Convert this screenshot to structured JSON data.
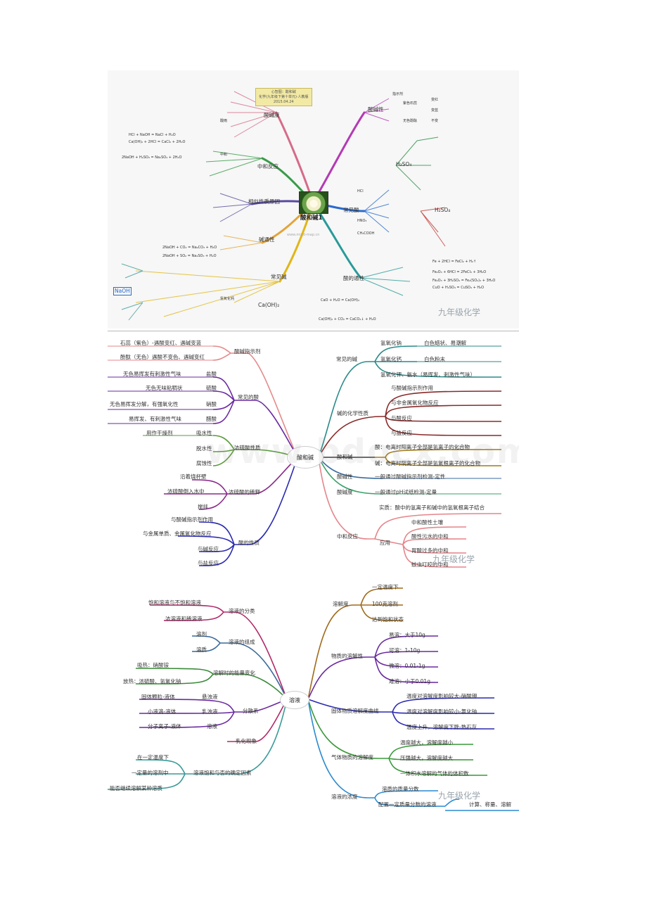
{
  "panel1": {
    "center_title": "酸和碱1",
    "note_lines": [
      "心智图：酸和碱",
      "化学(九年级下第十单元)·人教版",
      "2015.04.24"
    ],
    "watermark_url": "www.mind-map.cn",
    "brand": "九年级化学",
    "nodes": [
      "酸碱度",
      "中和反应",
      "相似性质原因",
      "碱通性",
      "常见碱",
      "酸碱性",
      "常见酸",
      "酸的通性"
    ],
    "formulas": [
      "HCl + NaOH = NaCl + H₂O",
      "Ca(OH)₂ + 2HCl = CaCl₂ + 2H₂O",
      "2NaOH + H₂SO₄ = Na₂SO₄ + 2H₂O",
      "2NaOH + CO₂ = Na₂CO₃ + H₂O",
      "2NaOH + SO₂ = Na₂SO₃ + H₂O",
      "Fe + 2HCl = FeCl₂ + H₂↑",
      "Fe₂O₃ + 6HCl = 2FeCl₃ + 3H₂O",
      "Fe₂O₃ + 3H₂SO₄ = Fe₂(SO₄)₃ + 3H₂O",
      "CuO + H₂SO₄ = CuSO₄ + H₂O",
      "CaO + H₂O = Ca(OH)₂",
      "Ca(OH)₂ + CO₂ = CaCO₃↓ + H₂O"
    ],
    "labels": [
      "NaOH",
      "Ca(OH)₂",
      "H₂SO₄",
      "H₂SO₄",
      "HCl",
      "HNO₃",
      "CH₃COOH",
      "氢氧化钙",
      "中和",
      "酸雨",
      "指示剂",
      "紫色石蕊",
      "无色酚酞",
      "变红",
      "变蓝",
      "不变"
    ]
  },
  "panel2": {
    "center": "酸和碱",
    "brand": "九年级化学",
    "watermark": "www.bdocx.com",
    "left": {
      "b1": {
        "name": "酸碱指示剂",
        "items": [
          "石蕊（紫色）-遇酸变红、遇碱变蓝",
          "酚酞（无色）遇酸不变色、遇碱变红"
        ]
      },
      "b2": {
        "name": "常见的酸",
        "items": [
          {
            "k": "盐酸",
            "v": "无色易挥发有刺激性气味"
          },
          {
            "k": "硫酸",
            "v": "无色无味粘稠状"
          },
          {
            "k": "硝酸",
            "v": "无色易挥发分解，有强氧化性"
          },
          {
            "k": "醋酸",
            "v": "易挥发、有刺激性气味"
          }
        ]
      },
      "b3": {
        "name": "浓硫酸性质",
        "items": [
          {
            "k": "吸水性",
            "v": "用作干燥剂"
          },
          {
            "k": "脱水性",
            "v": ""
          },
          {
            "k": "腐蚀性",
            "v": ""
          }
        ]
      },
      "b4": {
        "name": "浓硫酸的稀释",
        "items": [
          "沿着烧杯壁",
          "浓硫酸倒入水中",
          "搅拌"
        ]
      },
      "b5": {
        "name": "酸的性质",
        "items": [
          "与酸碱指示剂作用",
          "与金属单质、金属氧化物反应",
          "与碱反应",
          "与盐反应"
        ]
      }
    },
    "right": {
      "b1": {
        "name": "常见的碱",
        "items": [
          {
            "k": "氢氧化钠",
            "v": "白色蜡状、易潮解"
          },
          {
            "k": "氢氧化钙",
            "v": "白色粉末"
          },
          {
            "k": "氢氧化钾、氨水（易挥发、刺激性气味）",
            "v": ""
          }
        ]
      },
      "b2": {
        "name": "碱的化学性质",
        "items": [
          "与酸碱指示剂作用",
          "与非金属氧化物反应",
          "与酸反应",
          "与盐反应"
        ]
      },
      "b3": {
        "name": "酸和碱",
        "items": [
          "酸：电离时阳离子全部是氢离子的化合物",
          "碱：电离时阴离子全部是氢氧根离子的化合物"
        ]
      },
      "b4": {
        "name": "酸碱性",
        "item": "一般通过酸碱指示剂检测-定性"
      },
      "b5": {
        "name": "酸碱度",
        "item": "一般通过pH试纸检测-定量"
      },
      "b6": {
        "name": "中和反应",
        "essence": "实质：酸中的氢离子和碱中的氢氧根离子结合",
        "app": "应用",
        "items": [
          "中和酸性土壤",
          "酸性污水的中和",
          "胃酸过多的中和",
          "蚊虫叮咬的中和"
        ]
      }
    }
  },
  "panel3": {
    "center": "溶液",
    "brand": "九年级化学",
    "left": {
      "b1": {
        "name": "溶液的分类",
        "items": [
          "饱和溶液与不饱和溶液",
          "浓溶液和稀溶液"
        ]
      },
      "b2": {
        "name": "溶液的组成",
        "items": [
          "溶剂",
          "溶质"
        ]
      },
      "b3": {
        "name": "溶解时的能量变化",
        "items": [
          "吸热：硝酸铵",
          "放热：浓硫酸、氢氧化钠"
        ]
      },
      "b4": {
        "name": "分散系",
        "items": [
          {
            "k": "悬浊液",
            "v": "固体颗粒-液体"
          },
          {
            "k": "乳浊液",
            "v": "小液滴-液体"
          },
          {
            "k": "溶液",
            "v": "分子离子-液体"
          }
        ]
      },
      "b5": {
        "name": "乳化现象"
      },
      "b6": {
        "name": "溶液饱和与否的确定因素",
        "items": [
          "在一定温度下",
          "一定量的溶剂中",
          "能否继续溶解某种溶质"
        ]
      }
    },
    "right": {
      "b1": {
        "name": "溶解度",
        "items": [
          "一定温度下",
          "100克溶剂",
          "达到饱和状态"
        ]
      },
      "b2": {
        "name": "物质的溶解性",
        "items": [
          "易溶：大于10g",
          "可溶：1-10g",
          "微溶：0.01-1g",
          "难溶：小于0.01g"
        ]
      },
      "b3": {
        "name": "固体物质溶解度曲线",
        "items": [
          "温度对溶解度影响较大-硝酸钾",
          "温度对溶解度影响较小-氯化钠",
          "温度上升，溶解度下降-熟石灰"
        ]
      },
      "b4": {
        "name": "气体物质的溶解度",
        "items": [
          "温度越大，溶解度越小",
          "压强越大，溶解度越大",
          "一体积水溶解的气体的体积数"
        ]
      },
      "b5": {
        "name": "溶液的浓度",
        "items": [
          "溶质的质量分数",
          "配置一定质量分数的溶液"
        ],
        "sub": "计算、称量、溶解"
      }
    }
  },
  "colors": {
    "panel1_bg": "#f6f7f6",
    "divider": "#b8b8b8",
    "brand": "#9aa4ad"
  }
}
